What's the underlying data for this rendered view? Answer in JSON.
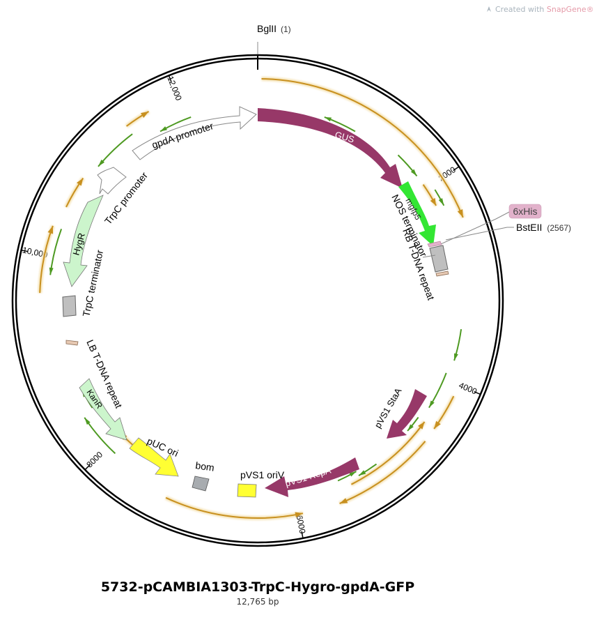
{
  "watermark": {
    "prefix": "Created with ",
    "brand": "SnapGene®"
  },
  "plasmid": {
    "name": "5732-pCAMBIA1303-TrpC-Hygro-gpdA-GFP",
    "length_label": "12,765 bp"
  },
  "ticks": [
    "2000",
    "4000",
    "6000",
    "8000",
    "10,000",
    "12,000"
  ],
  "sites": [
    {
      "name": "BglII",
      "pos": "(1)"
    },
    {
      "name": "BstEII",
      "pos": "(2567)"
    }
  ],
  "features": [
    {
      "label": "GUS",
      "color": "#973868"
    },
    {
      "label": "mgfp5",
      "color": "#33e633"
    },
    {
      "label": "6xHis",
      "color": "#e2b2cb"
    },
    {
      "label": "NOS terminator",
      "color": "#bfbfbf"
    },
    {
      "label": "RB T-DNA repeat",
      "color": "#e6c8b2"
    },
    {
      "label": "pVS1 StaA",
      "color": "#973868"
    },
    {
      "label": "pVS1 RepA",
      "color": "#973868"
    },
    {
      "label": "pVS1 oriV",
      "color": "#ffff33"
    },
    {
      "label": "bom",
      "color": "#a8acb0"
    },
    {
      "label": "pUC ori",
      "color": "#ffff33"
    },
    {
      "label": "KanR",
      "color": "#ccf5cc"
    },
    {
      "label": "LB T-DNA repeat",
      "color": "#e6c8b2"
    },
    {
      "label": "TrpC terminator",
      "color": "#bfbfbf"
    },
    {
      "label": "HygR",
      "color": "#ccf5cc"
    },
    {
      "label": "TrpC promoter",
      "color": "#ffffff"
    },
    {
      "label": "gpdA promoter",
      "color": "#ffffff"
    }
  ],
  "colors": {
    "orf": "#c8901f",
    "orf_glow": "#f5e3b6",
    "primer": "#4e9a22",
    "backbone": "#000000"
  }
}
